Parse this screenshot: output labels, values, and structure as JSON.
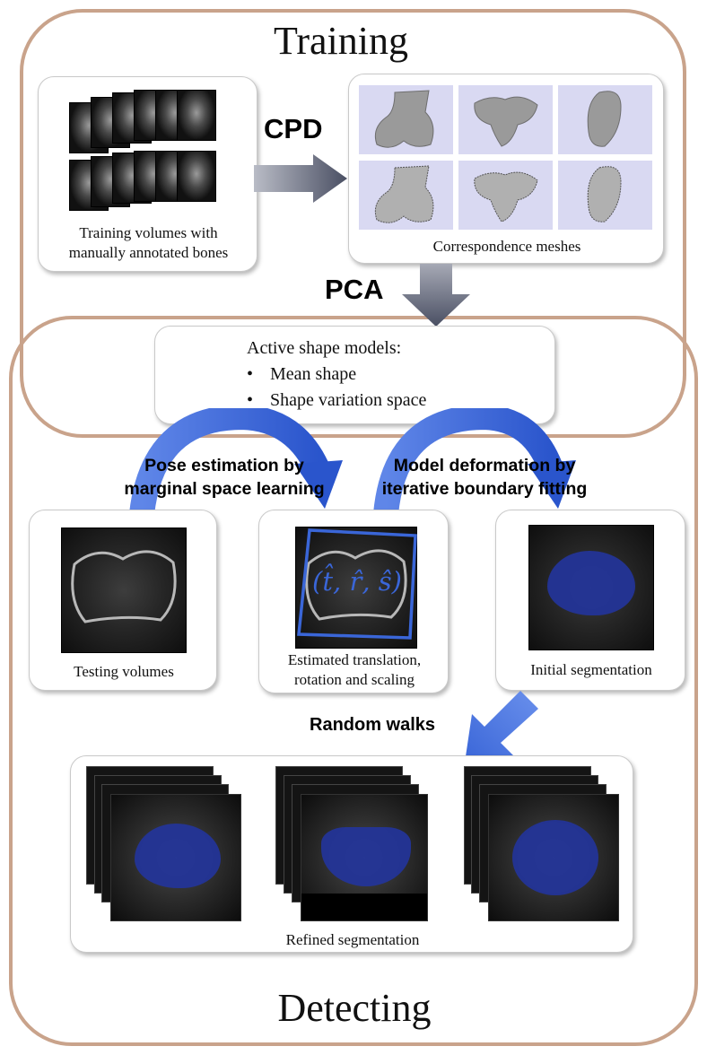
{
  "titles": {
    "training": "Training",
    "detecting": "Detecting"
  },
  "training_volumes": {
    "caption_line1": "Training volumes with",
    "caption_line2": "manually annotated bones"
  },
  "correspondence": {
    "caption": "Correspondence meshes"
  },
  "arrow_labels": {
    "cpd": "CPD",
    "pca": "PCA",
    "random_walks": "Random walks"
  },
  "asm": {
    "title": "Active shape models:",
    "bullets": [
      "Mean shape",
      "Shape variation space"
    ],
    "bullet_char": "•"
  },
  "steps": {
    "pose_line1": "Pose estimation by",
    "pose_line2": "marginal space learning",
    "deform_line1": "Model deformation by",
    "deform_line2": "iterative boundary fitting"
  },
  "testing": {
    "caption": "Testing volumes"
  },
  "estimated": {
    "caption_line1": "Estimated translation,",
    "caption_line2": "rotation and scaling",
    "formula": "(t̂, r̂, ŝ)"
  },
  "initial": {
    "caption": "Initial segmentation"
  },
  "refined": {
    "caption": "Refined segmentation"
  },
  "colors": {
    "outer_border": "#c9a38b",
    "arrow_gray": "#4a4f63",
    "arrow_blue": "#3a66d8",
    "segmentation": "#23349a",
    "mesh_bg": "#d9d9f2"
  }
}
